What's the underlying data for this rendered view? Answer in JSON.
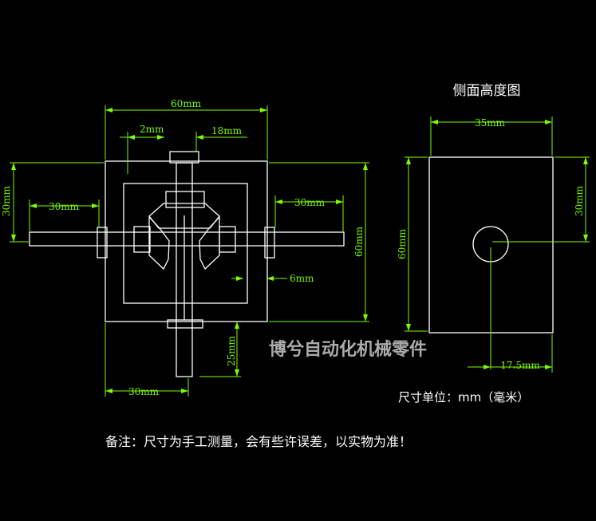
{
  "front_view": {
    "dims": {
      "width_total": "60mm",
      "offset_2": "2mm",
      "shaft_18": "18mm",
      "left_height_30": "30mm",
      "left_shaft_30": "30mm",
      "right_shaft_30": "30mm",
      "right_height_60": "60mm",
      "inner_6": "6mm",
      "bottom_shaft_25": "25mm",
      "bottom_30": "30mm"
    }
  },
  "side_view": {
    "title": "侧面高度图",
    "dims": {
      "width_35": "35mm",
      "height_30": "30mm",
      "height_60": "60mm",
      "center_17_5": "17.5mm"
    }
  },
  "watermark": "博兮自动化机械零件",
  "unit_note": "尺寸单位：mm（毫米）",
  "remark": "备注：尺寸为手工测量，会有些许误差，以实物为准！",
  "colors": {
    "background": "#000000",
    "outline": "#ffffff",
    "dimension": "#7CFC00"
  }
}
